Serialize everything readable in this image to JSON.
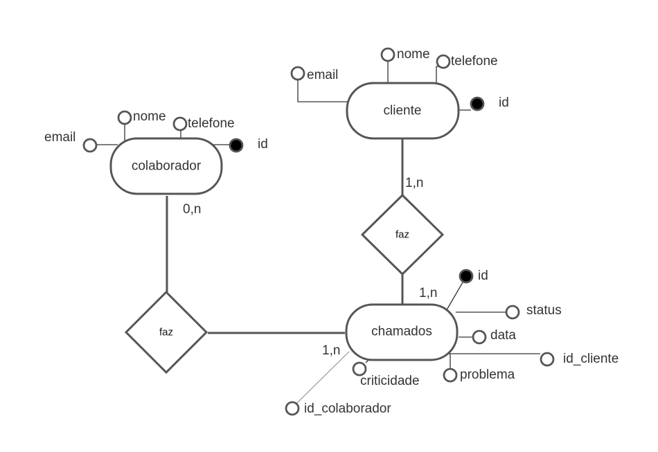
{
  "entities": {
    "cliente": {
      "label": "cliente",
      "attributes": {
        "email": "email",
        "nome": "nome",
        "telefone": "telefone",
        "id": "id"
      }
    },
    "colaborador": {
      "label": "colaborador",
      "attributes": {
        "email": "email",
        "nome": "nome",
        "telefone": "telefone",
        "id": "id"
      }
    },
    "chamados": {
      "label": "chamados",
      "attributes": {
        "id": "id",
        "status": "status",
        "data": "data",
        "id_cliente": "id_cliente",
        "problema": "problema",
        "criticidade": "criticidade",
        "id_colaborador": "id_colaborador"
      }
    }
  },
  "relationships": {
    "cliente_chamados": {
      "label": "faz",
      "card_cliente": "1,n",
      "card_chamados": "1,n"
    },
    "colaborador_chamados": {
      "label": "faz",
      "card_colaborador": "0,n",
      "card_chamados": "1,n"
    }
  }
}
